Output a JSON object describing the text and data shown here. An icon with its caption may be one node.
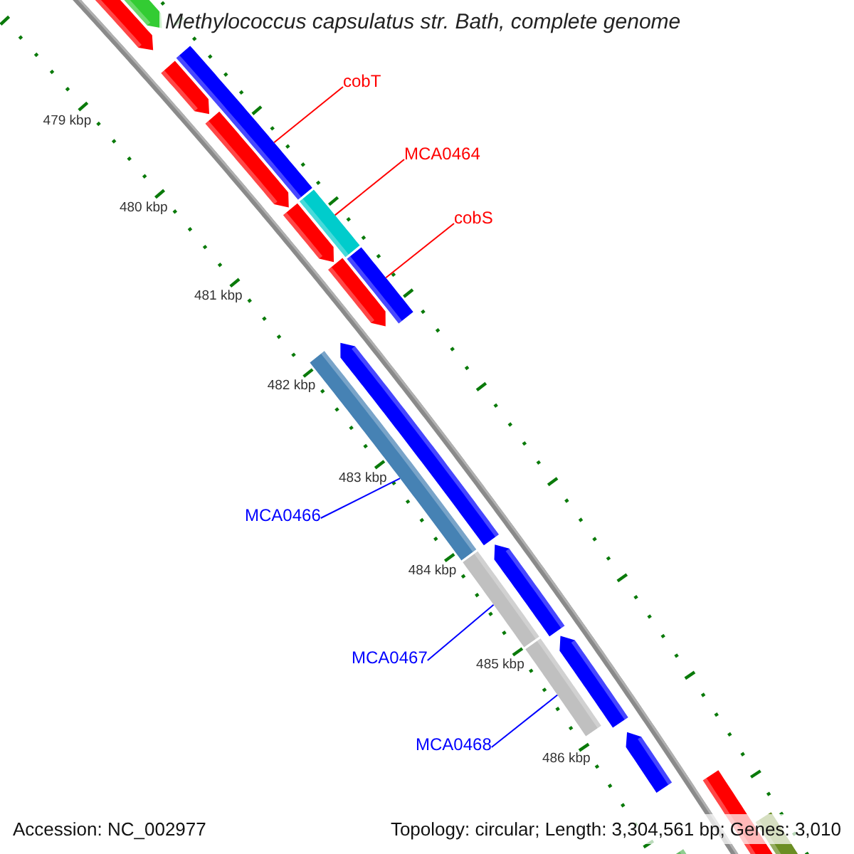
{
  "diagram": {
    "title": "Methylococcus capsulatus str. Bath, complete genome",
    "nodes": [
      {
        "text": [
          "cobT"
        ]
      },
      {
        "text": [
          "MCA0464"
        ]
      },
      {
        "text": [
          "cobS"
        ]
      },
      {
        "text": [
          "MCA0466"
        ]
      },
      {
        "text": [
          "MCA0467"
        ]
      },
      {
        "text": [
          "MCA0468"
        ]
      },
      {
        "text": [],
        "shape": "bar"
      },
      {
        "text": [],
        "shape": "bar"
      },
      {
        "text": [],
        "shape": "bar"
      },
      {
        "text": [],
        "shape": "bar"
      },
      {
        "text": [],
        "shape": "bar"
      },
      {
        "text": [],
        "shape": "bar"
      }
    ],
    "edges": [
      {
        "from": 0,
        "to": 6,
        "arrow": "none",
        "color": "#ff0000"
      },
      {
        "from": 1,
        "to": 7,
        "arrow": "none",
        "color": "#ff0000"
      },
      {
        "from": 2,
        "to": 8,
        "arrow": "none",
        "color": "#ff0000"
      },
      {
        "from": 3,
        "to": 9,
        "arrow": "none",
        "color": "#0000ff"
      },
      {
        "from": 4,
        "to": 10,
        "arrow": "none",
        "color": "#0000ff"
      },
      {
        "from": 5,
        "to": 11,
        "arrow": "none",
        "color": "#0000ff"
      }
    ],
    "labels": [
      "479 kbp",
      "480 kbp",
      "481 kbp",
      "482 kbp",
      "483 kbp",
      "484 kbp",
      "485 kbp",
      "486 kbp",
      "Accession: NC_002977",
      "Topology: circular; Length: 3,304,561 bp; Genes: 3,010"
    ]
  }
}
